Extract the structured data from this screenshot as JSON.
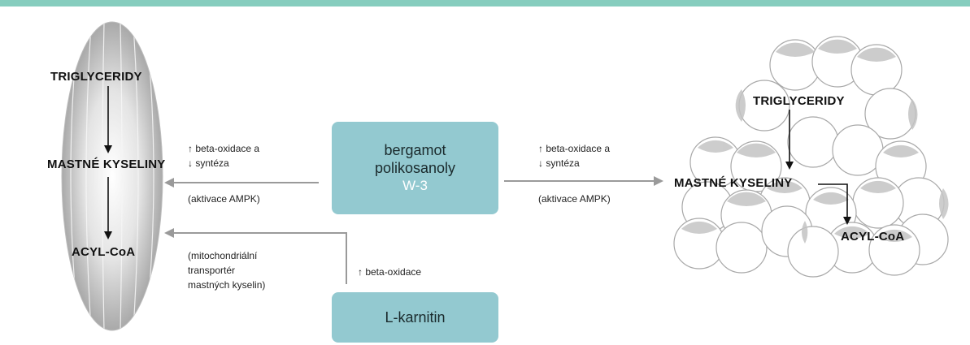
{
  "left_cell": {
    "triglycerides": "TRIGLYCERIDY",
    "fatty_acids": "MASTNÉ KYSELINY",
    "acyl_coa": "ACYL-CoA"
  },
  "right_cell": {
    "triglycerides": "TRIGLYCERIDY",
    "fatty_acids": "MASTNÉ KYSELINY",
    "acyl_coa": "ACYL-CoA"
  },
  "center_box": {
    "line1": "bergamot",
    "line2": "polikosanoly",
    "line3": "W-3"
  },
  "bottom_box": {
    "label": "L-karnitin"
  },
  "annotations": {
    "left_effect_line1": "↑ beta-oxidace a",
    "left_effect_line2": "↓ syntéza",
    "left_ampk": "(aktivace AMPK)",
    "right_effect_line1": "↑ beta-oxidace a",
    "right_effect_line2": "↓ syntéza",
    "right_ampk": "(aktivace AMPK)",
    "transporter_line1": "(mitochondriální",
    "transporter_line2": "transportér",
    "transporter_line3": "mastných kyselin)",
    "carnitine_effect": "↑ beta-oxidace"
  },
  "colors": {
    "top_bar": "#86cdbe",
    "box_fill": "#93c9d0",
    "arrow_gray": "#9a9a9a",
    "cell_gray": "#c8c8c8"
  }
}
